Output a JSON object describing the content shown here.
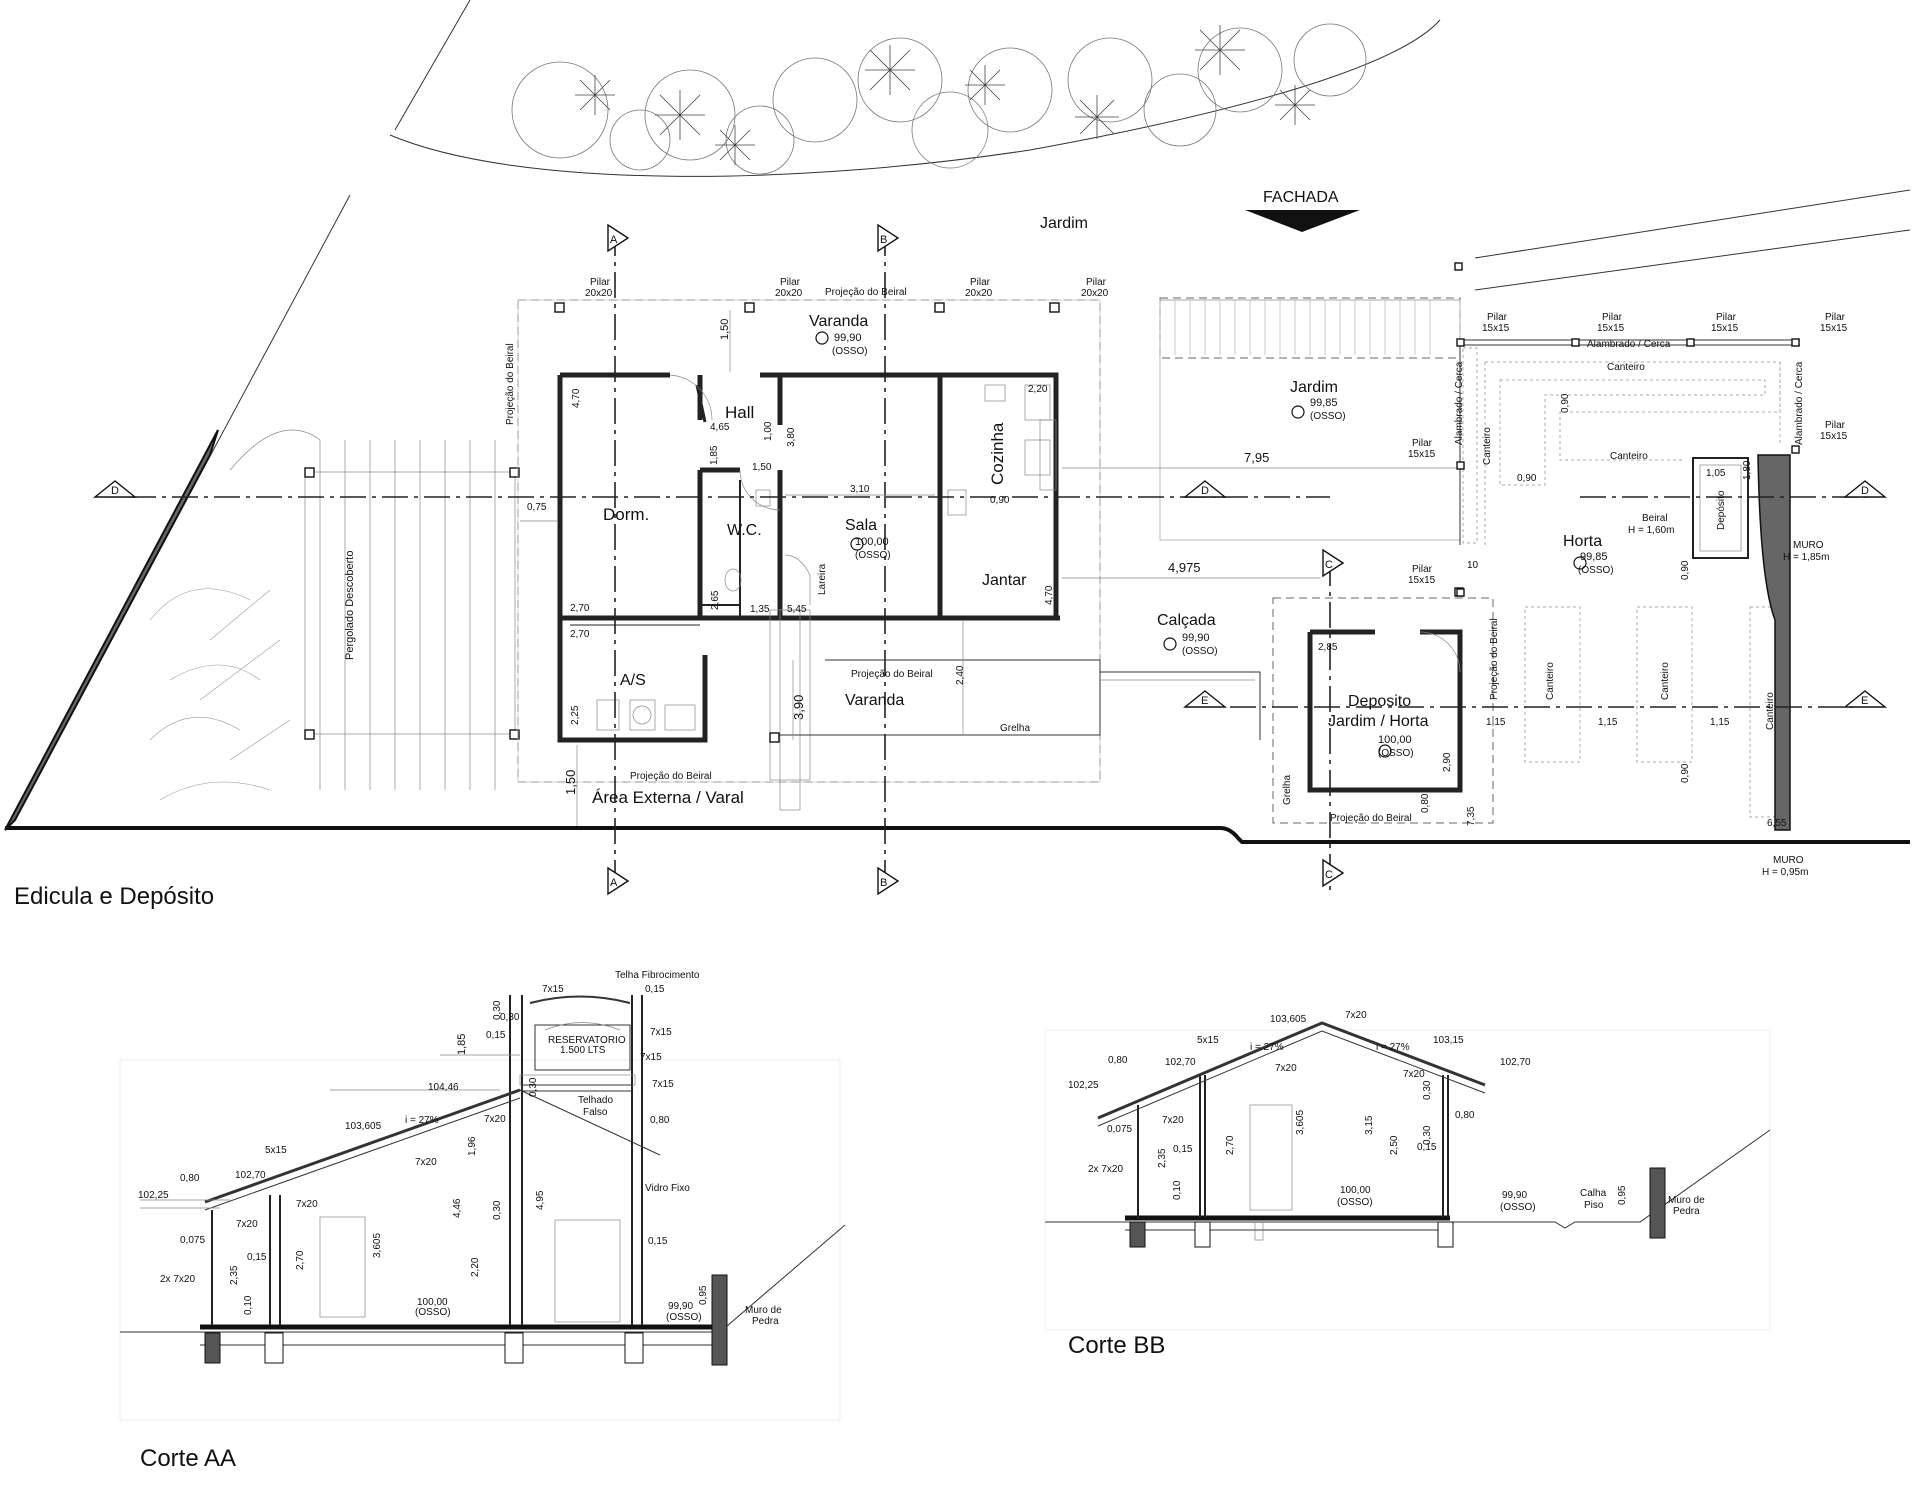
{
  "plan": {
    "title": "Edicula e Depósito",
    "fachada": "FACHADA",
    "rooms": {
      "varanda_top": "Varanda",
      "hall": "Hall",
      "dorm": "Dorm.",
      "wc": "W.C.",
      "sala": "Sala",
      "cozinha": "Cozinha",
      "jantar": "Jantar",
      "as": "A/S",
      "varanda_bottom": "Varanda",
      "area_externa": "Área Externa / Varal",
      "jardim_top": "Jardim",
      "jardim": "Jardim",
      "calcada": "Calçada",
      "deposito": "Deposito",
      "deposito_sub": "Jardim / Horta",
      "horta": "Horta",
      "lareira": "Lareira",
      "canteiro": "Canteiro",
      "deposito_small": "Depósito"
    },
    "levels": {
      "varanda": "99,90",
      "sala": "100,00",
      "jardim": "99,85",
      "calcada": "99,90",
      "deposito": "100,00",
      "horta": "99,85",
      "osso": "(OSSO)"
    },
    "labels": {
      "pilar": "Pilar",
      "pilar_2020": "20x20",
      "pilar_1515": "15x15",
      "projecao_beiral": "Projeção do Beiral",
      "pergolado": "Pergolado Descoberto",
      "grelha": "Grelha",
      "alambrado": "Alambrado / Cerca",
      "beiral": "Beiral",
      "beiral_h": "H = 1,60m",
      "muro": "MURO",
      "muro_h1": "H = 1,85m",
      "muro_h2": "H = 0,95m"
    },
    "dims": {
      "d150a": "1,50",
      "d465": "4,65",
      "d470a": "4,70",
      "d100": "1,00",
      "d380": "3,80",
      "d185": "1,85",
      "d150b": "1,50",
      "d310": "3,10",
      "d220": "2,20",
      "d090a": "0,90",
      "d075": "0,75",
      "d270a": "2,70",
      "d265": "2,65",
      "d135": "1,35",
      "d545": "5,45",
      "d470b": "4,70",
      "d270b": "2,70",
      "d225": "2,25",
      "d390": "3,90",
      "d240": "2,40",
      "d150c": "1,50",
      "d795": "7,95",
      "d4975": "4,975",
      "d285": "2,85",
      "d290": "2,90",
      "d080": "0,80",
      "d735": "7,35",
      "d115a": "1,15",
      "d115b": "1,15",
      "d115c": "1,15",
      "d090b": "0,90",
      "d090c": "0,90",
      "d090d": "0,90",
      "d090e": "0,90",
      "d105": "1,05",
      "d180": "1,80",
      "d655": "6,55",
      "d10": "10"
    },
    "section_marks": [
      "A",
      "B",
      "C",
      "D",
      "E"
    ]
  },
  "corte_aa": {
    "title": "Corte AA",
    "labels": {
      "telha": "Telha Fibrocimento",
      "reservatorio": "RESERVATORIO",
      "reservatorio_cap": "1.500 LTS",
      "telhado_falso": "Telhado",
      "telhado_falso2": "Falso",
      "vidro_fixo": "Vidro Fixo",
      "muro_pedra": "Muro de",
      "muro_pedra2": "Pedra",
      "slope": "i = 27%",
      "osso": "(OSSO)"
    },
    "dims": [
      "7x15",
      "0,15",
      "7x15",
      "7x15",
      "7x15",
      "0,30",
      "0,15",
      "1,85",
      "0,30",
      "7x20",
      "0,80",
      "1,96",
      "4,46",
      "0,30",
      "4,95",
      "0,15",
      "2,20",
      "104,46",
      "103,605",
      "5x15",
      "7x20",
      "102,70",
      "0,80",
      "102,25",
      "7x20",
      "7x20",
      "0,075",
      "2,35",
      "2x 7x20",
      "0,15",
      "2,70",
      "3,605",
      "0,10",
      "100,00",
      "99,90",
      "0,95",
      "0,30"
    ]
  },
  "corte_bb": {
    "title": "Corte BB",
    "labels": {
      "calha": "Calha",
      "piso": "Piso",
      "muro_pedra": "Muro de",
      "muro_pedra2": "Pedra",
      "slope": "i = 27%",
      "osso": "(OSSO)"
    },
    "dims": [
      "103,605",
      "7x20",
      "5x15",
      "103,15",
      "0,80",
      "102,70",
      "102,70",
      "102,25",
      "7x20",
      "7x20",
      "0,30",
      "0,80",
      "7x20",
      "0,075",
      "2,35",
      "2x 7x20",
      "0,15",
      "2,70",
      "3,605",
      "3,15",
      "2,50",
      "0,30",
      "0,15",
      "0,10",
      "100,00",
      "99,90",
      "0,95"
    ]
  }
}
